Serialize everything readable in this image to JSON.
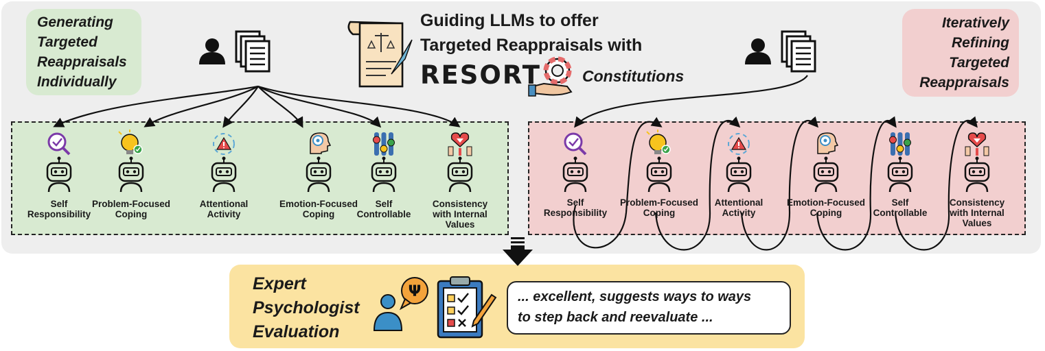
{
  "title": {
    "line1": "Guiding LLMs to offer",
    "line2": "Targeted Reappraisals with",
    "brand": "RESORT",
    "suffix": "Constitutions"
  },
  "left_tag": "Generating\nTargeted\nReappraisals\nIndividually",
  "right_tag": "Iteratively\nRefining\nTargeted\nReappraisals",
  "dimensions": [
    {
      "label": "Self\nResponsibility",
      "icon": "magnifier-check-icon"
    },
    {
      "label": "Problem-Focused\nCoping",
      "icon": "lightbulb-puzzle-icon"
    },
    {
      "label": "Attentional\nActivity",
      "icon": "warning-cycle-icon"
    },
    {
      "label": "Emotion-Focused\nCoping",
      "icon": "head-target-icon"
    },
    {
      "label": "Self\nControllable",
      "icon": "sliders-icon"
    },
    {
      "label": "Consistency\nwith Internal\nValues",
      "icon": "heart-hands-icon"
    }
  ],
  "evaluation": {
    "title": "Expert\nPsychologist\nEvaluation",
    "quote": "... excellent, suggests ways to ways\nto step back and reevaluate ...",
    "psi_symbol": "Ψ"
  },
  "colors": {
    "green_panel": "#d8ead1",
    "red_panel": "#f2cfcf",
    "yellow_panel": "#fbe3a1",
    "gray_panel": "#eeeeee"
  }
}
